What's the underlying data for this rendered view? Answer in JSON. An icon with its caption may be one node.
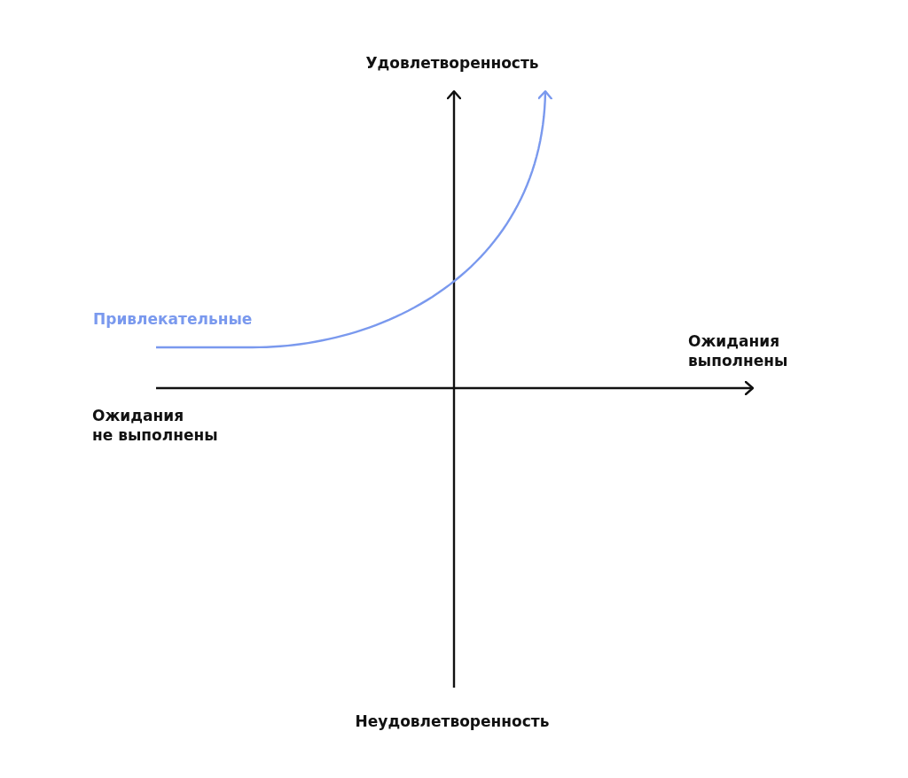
{
  "diagram": {
    "labels": [
      "Удовлетворенность",
      "Привлекательные",
      "Ожидания выполнены",
      "Ожидания не выполнены",
      "Неудовлетворенность"
    ]
  }
}
